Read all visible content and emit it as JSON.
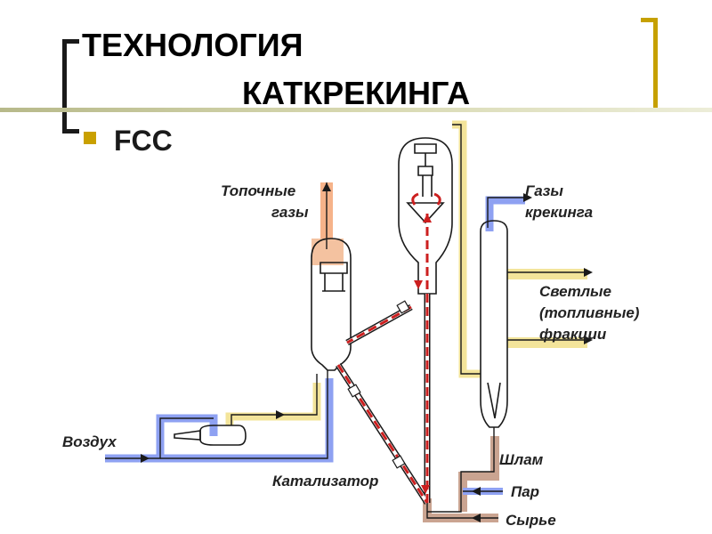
{
  "title": {
    "line1": "ТЕХНОЛОГИЯ",
    "line2": "КАТКРЕКИНГА"
  },
  "subtitle": "FCC",
  "labels": {
    "flue_gas_1": "Топочные",
    "flue_gas_2": "газы",
    "cracking_gas_1": "Газы",
    "cracking_gas_2": "крекинга",
    "light_1": "Светлые",
    "light_2": "(топливные)",
    "light_3": "фракции",
    "air": "Воздух",
    "catalyst": "Катализатор",
    "sludge": "Шлам",
    "steam": "Пар",
    "feed": "Сырье"
  },
  "colors": {
    "yellow": "#f2df7a",
    "blue": "#7f94ef",
    "brown": "#c49a86",
    "orange": "#f2a46e",
    "red": "#cc1f1f",
    "accent": "#c9a000"
  }
}
